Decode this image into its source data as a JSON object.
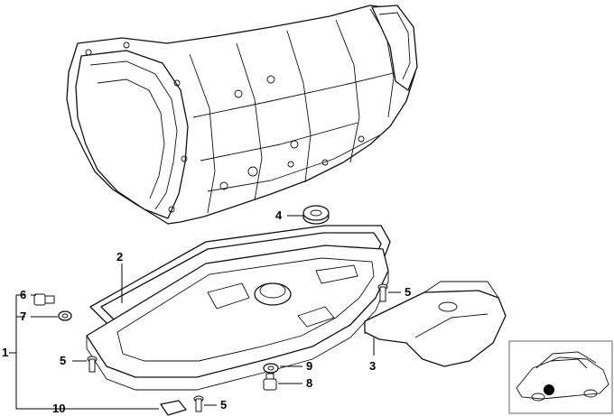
{
  "callouts": [
    {
      "id": "1",
      "text": "1"
    },
    {
      "id": "2",
      "text": "2"
    },
    {
      "id": "3",
      "text": "3"
    },
    {
      "id": "4",
      "text": "4"
    },
    {
      "id": "5a",
      "text": "5"
    },
    {
      "id": "5b",
      "text": "5"
    },
    {
      "id": "5c",
      "text": "5"
    },
    {
      "id": "6",
      "text": "6"
    },
    {
      "id": "7",
      "text": "7"
    },
    {
      "id": "8",
      "text": "8"
    },
    {
      "id": "9",
      "text": "9"
    },
    {
      "id": "10",
      "text": "10"
    }
  ]
}
